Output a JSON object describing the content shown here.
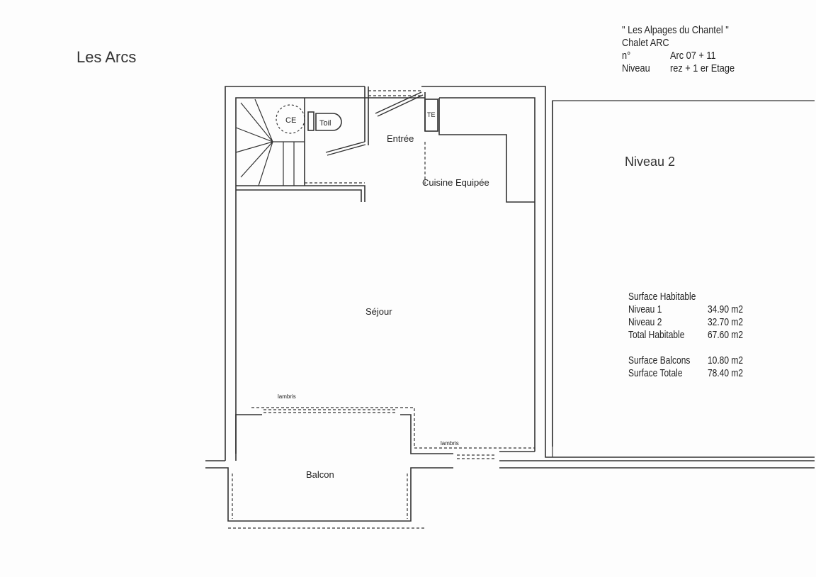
{
  "title": "Les Arcs",
  "header": {
    "residence": "\" Les Alpages du Chantel \"",
    "chalet": "Chalet  ARC",
    "numero_label": "n°",
    "numero_value": "Arc 07 + 11",
    "niveau_label": "Niveau",
    "niveau_value": "rez + 1 er Etage"
  },
  "level_title": "Niveau 2",
  "plan": {
    "rooms": {
      "entree": "Entrée",
      "cuisine": "Cuisine Equipée",
      "sejour": "Séjour",
      "balcon": "Balcon",
      "ce": "CE",
      "toilet": "Toil",
      "te": "TE",
      "lambris1": "lambris",
      "lambris2": "lambris"
    }
  },
  "surfaces": {
    "heading": "Surface Habitable",
    "rows": [
      {
        "label": "Niveau 1",
        "value": "34.90 m2"
      },
      {
        "label": "Niveau 2",
        "value": "32.70 m2"
      },
      {
        "label": "Total Habitable",
        "value": "67.60 m2"
      }
    ],
    "rows2": [
      {
        "label": "Surface Balcons",
        "value": "10.80 m2"
      },
      {
        "label": "Surface Totale",
        "value": "78.40 m2"
      }
    ]
  }
}
